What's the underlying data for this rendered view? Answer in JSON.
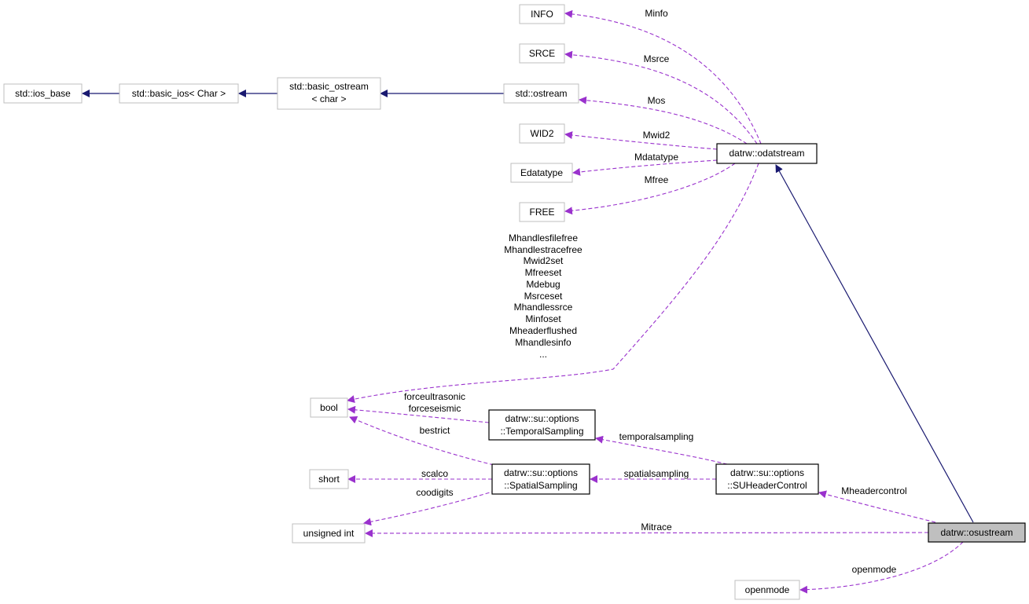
{
  "nodes": {
    "ios_base": "std::ios_base",
    "basic_ios": "std::basic_ios< Char >",
    "basic_ostream_1": "std::basic_ostream",
    "basic_ostream_2": "< char >",
    "ostream": "std::ostream",
    "info": "INFO",
    "srce": "SRCE",
    "wid2": "WID2",
    "edatatype": "Edatatype",
    "free": "FREE",
    "odatstream": "datrw::odatstream",
    "bool": "bool",
    "short": "short",
    "unsigned_int": "unsigned int",
    "openmode": "openmode",
    "temporal_1": "datrw::su::options",
    "temporal_2": "::TemporalSampling",
    "spatial_1": "datrw::su::options",
    "spatial_2": "::SpatialSampling",
    "suheader_1": "datrw::su::options",
    "suheader_2": "::SUHeaderControl",
    "osustream": "datrw::osustream"
  },
  "edges": {
    "minfo": "Minfo",
    "msrce": "Msrce",
    "mos": "Mos",
    "mwid2": "Mwid2",
    "mdatatype": "Mdatatype",
    "mfree": "Mfree",
    "bool_members": [
      "Mhandlesfilefree",
      "Mhandlestracefree",
      "Mwid2set",
      "Mfreeset",
      "Mdebug",
      "Msrceset",
      "Mhandlessrce",
      "Minfoset",
      "Mheaderflushed",
      "Mhandlesinfo",
      "..."
    ],
    "force_1": "forceultrasonic",
    "force_2": "forceseismic",
    "bestrict": "bestrict",
    "scalco": "scalco",
    "coodigits": "coodigits",
    "temporalsampling": "temporalsampling",
    "spatialsampling": "spatialsampling",
    "mheadercontrol": "Mheadercontrol",
    "mitrace": "Mitrace",
    "openmode": "openmode"
  },
  "colors": {
    "inheritance": "#191970",
    "usage": "#9a32cd",
    "focus_fill": "#bfbfbf"
  }
}
